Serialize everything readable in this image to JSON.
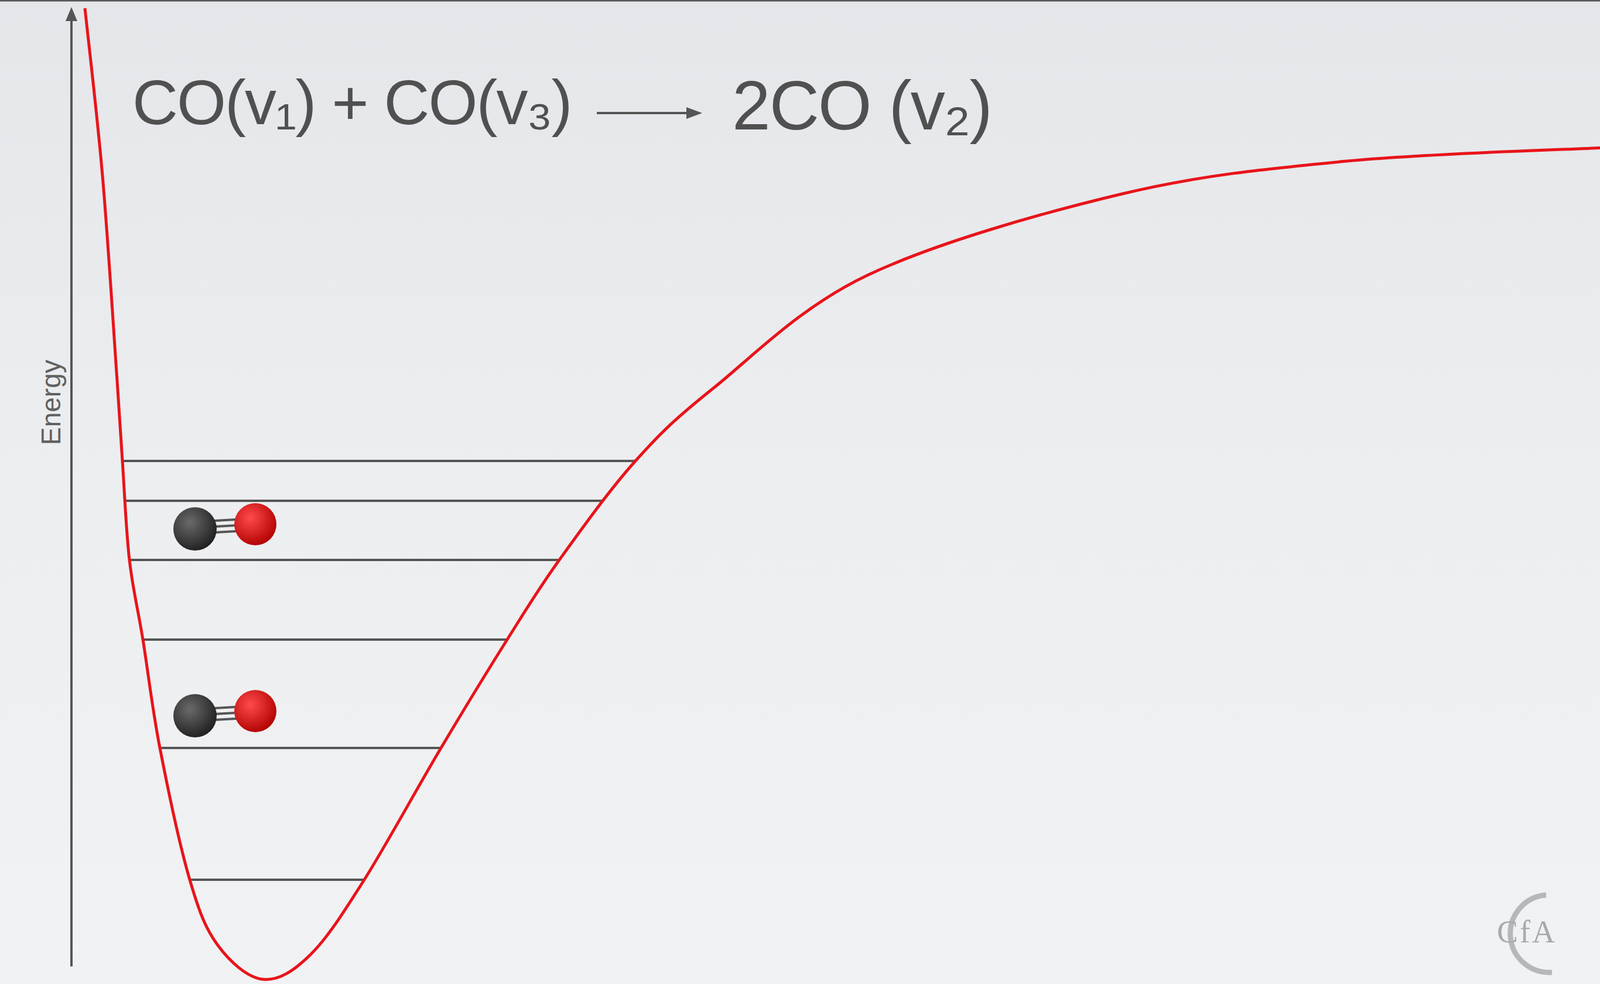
{
  "diagram": {
    "labels": [
      "CO(v₁) + CO(v₃)",
      "2CO (v₂)",
      "Energy",
      "CfA"
    ]
  }
}
